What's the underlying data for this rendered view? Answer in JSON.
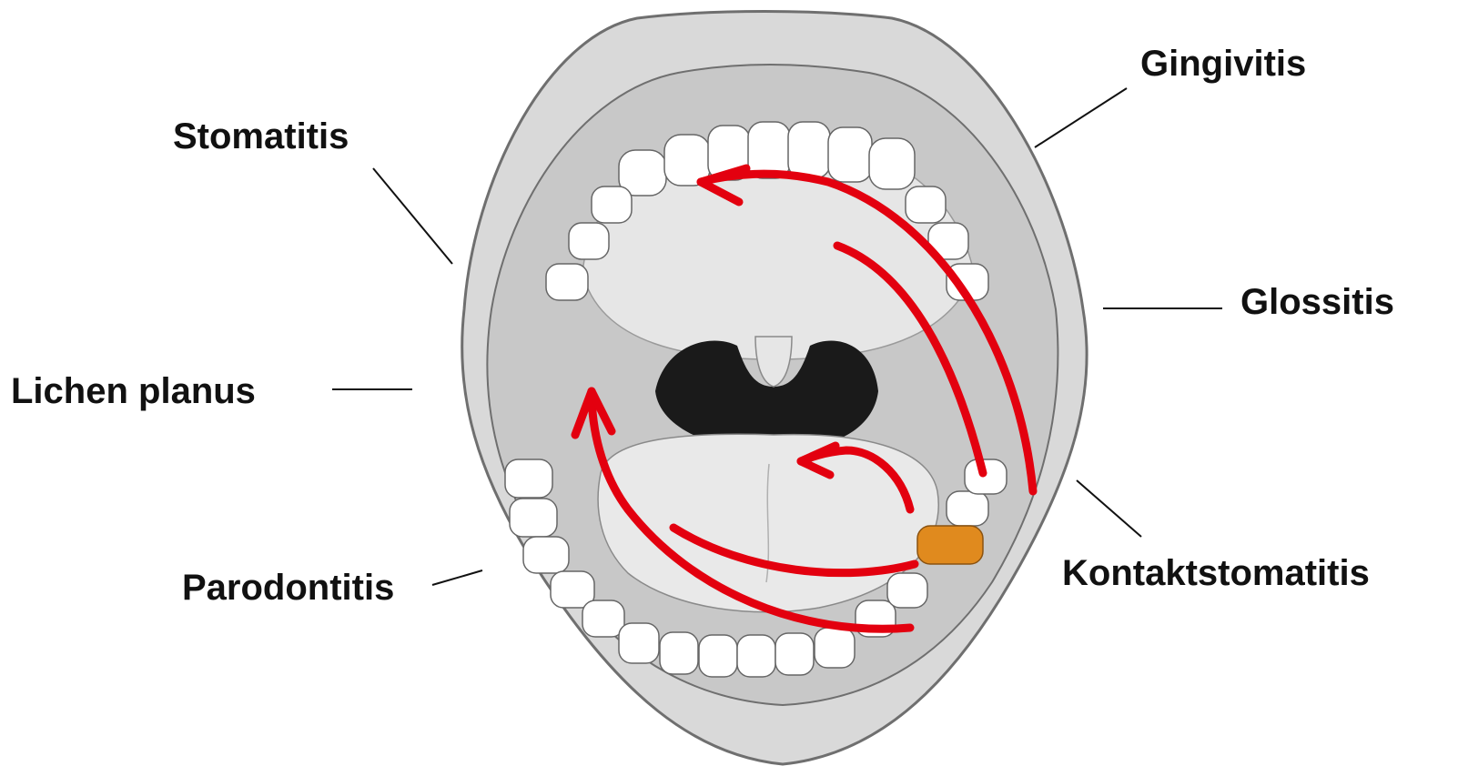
{
  "labels": {
    "stomatitis": "Stomatitis",
    "gingivitis": "Gingivitis",
    "glossitis": "Glossitis",
    "lichen_planus": "Lichen planus",
    "parodontitis": "Parodontitis",
    "kontaktstomatitis": "Kontaktstomatitis"
  },
  "colors": {
    "lips": "#d9d9d9",
    "lips_stroke": "#6f6f6f",
    "gums": "#c8c8c8",
    "palate": "#e6e6e6",
    "throat": "#1a1a1a",
    "teeth": "#ffffff",
    "tongue": "#e9e9e9",
    "arrows": "#e3000f",
    "highlighted_tooth": "#e08a1e",
    "leader_lines": "#111111"
  },
  "icons": {
    "illustration": "open-mouth-illustration",
    "arrows": "red-circular-arrows-icon"
  }
}
